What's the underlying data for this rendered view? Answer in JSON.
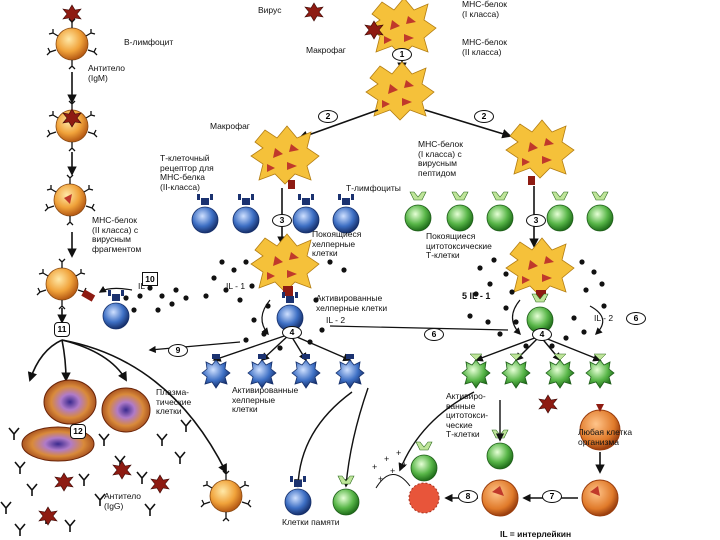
{
  "labels": {
    "virus": "Вирус",
    "mhc1_top": "МНС-белок\n(I класса)",
    "mhc2_top": "МНС-белок\n(II класса)",
    "macrophage_top": "Макрофаг",
    "b_lymphocyte": "В-лимфоцит",
    "antibody_igm": "Антитело\n(IgM)",
    "mhc2_virus": "МНС-белок\n(II класса) с\nвирусным\nфрагментом",
    "macrophage_left": "Макрофаг",
    "tcr_label": "Т-клеточный\nрецептор для\nМНС-белка\n(II-класса)",
    "mhc1_peptides": "МНС-белок\n(I класса) с\nвирусным\nпептидом",
    "t_lymphocytes": "Т-лимфоциты",
    "resting_helper": "Покоящиеся\nхелперные\nклетки",
    "resting_cytotoxic": "Покоящиеся\nцитотоксические\nТ-клетки",
    "activated_helper_top": "Активированные\nхелперные клетки",
    "activated_helper_bottom": "Активированные\nхелперные\nклетки",
    "plasma_cells": "Плазма-\nтические\nклетки",
    "activated_cytotoxic": "Активиро-\nванные\nцитотокси-\nческие\nТ-клетки",
    "infected_cell": "Любая клетка\nорганизма",
    "antibody_igg": "Антитело\n(IgG)",
    "memory_cells": "Клетки памяти",
    "il_legend": "IL = интерлейкин",
    "il1_a": "IL - 1",
    "il1_b": "5 IL - 1",
    "il2_a": "IL - 2",
    "il2_b": "IL - 2",
    "il_b_cell": "IL"
  },
  "steps": {
    "s1": "1",
    "s2a": "2",
    "s2b": "2",
    "s3a": "3",
    "s3b": "3",
    "s4a": "4",
    "s4b": "4",
    "s6a": "6",
    "s6b": "6",
    "s7": "7",
    "s8": "8",
    "s9": "9",
    "s10": "10",
    "s11": "11",
    "s12": "12"
  },
  "colors": {
    "macrophage": "#f5c13a",
    "virus": "#8e1b12",
    "b_cell": "#f0a23a",
    "helper": "#3d6fc4",
    "cytotoxic": "#58b648",
    "plasma": "#c2502a",
    "infected": "#e07a2a"
  }
}
